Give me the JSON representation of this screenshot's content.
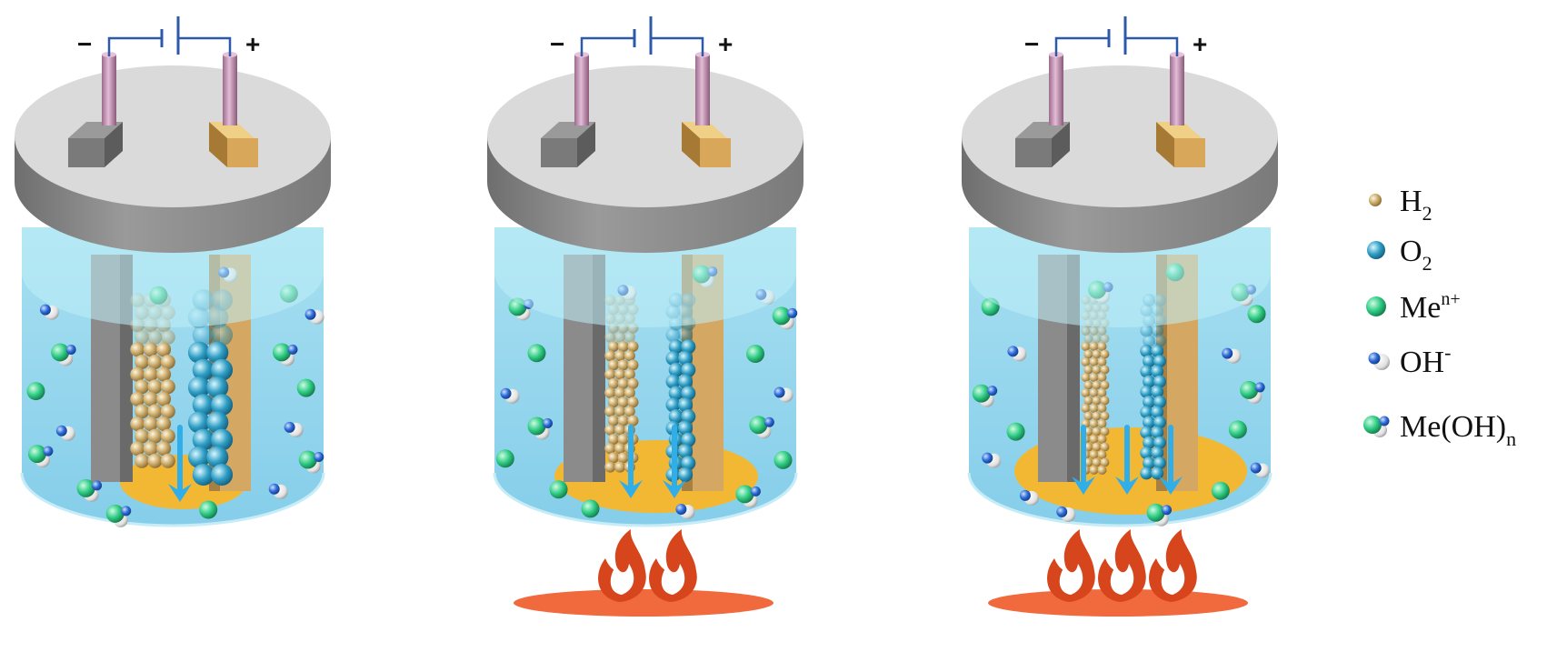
{
  "colors": {
    "water_top": "#a6e3f0",
    "water_body": "#8fd2ec",
    "lid_top": "#dadada",
    "lid_side": "#8a8a8a",
    "cathode": "#7d7d7d",
    "anode": "#d6a862",
    "precipitate": "#f3b833",
    "h2": "#c9a96b",
    "o2": "#2f9ec4",
    "metal_ion": "#2fcc84",
    "hydroxide": "#2b6ad6",
    "arrow": "#2faeea",
    "flame": "#d6451c",
    "hotplate": "#f06a3e",
    "wire": "#2c5aa8"
  },
  "cells": [
    {
      "negative": "−",
      "positive": "+",
      "flames": 0
    },
    {
      "negative": "−",
      "positive": "+",
      "flames": 2
    },
    {
      "negative": "−",
      "positive": "+",
      "flames": 3
    }
  ],
  "legend": {
    "h2": {
      "base": "H",
      "sub": "2",
      "icon": "h2-bubble-icon"
    },
    "o2": {
      "base": "O",
      "sub": "2",
      "icon": "o2-bubble-icon"
    },
    "metal_ion": {
      "base": "Me",
      "sup": "n+",
      "icon": "metal-ion-icon"
    },
    "hydroxide": {
      "base": "OH",
      "sup": "-",
      "icon": "hydroxide-ion-icon"
    },
    "metal_hydroxide": {
      "base": "Me(OH)",
      "sub": "n",
      "icon": "metal-hydroxide-icon"
    }
  }
}
